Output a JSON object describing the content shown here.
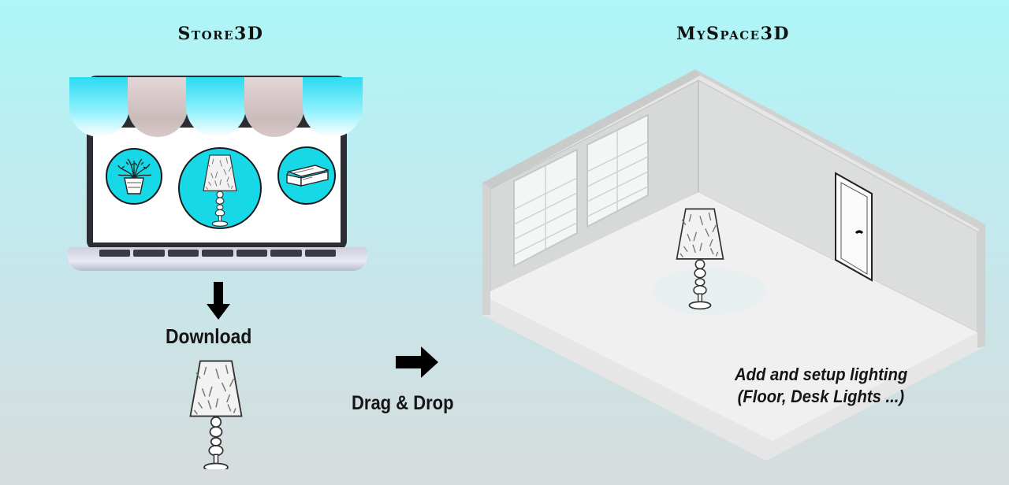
{
  "titles": {
    "store": "Store3D",
    "myspace": "MySpace3D"
  },
  "labels": {
    "download": "Download",
    "drag_drop": "Drag & Drop",
    "lighting_line1": "Add and setup lighting",
    "lighting_line2": "(Floor, Desk Lights ...)"
  },
  "colors": {
    "background_top": "#aef6f8",
    "background_bottom": "#d7dcdc",
    "store_circle": "#17d8e6",
    "awning_cyan": "#2bdbf3",
    "awning_pink": "#d8c8c8"
  },
  "icons": [
    "plant-icon",
    "lamp-icon",
    "sofa-icon",
    "down-arrow-icon",
    "right-arrow-icon"
  ]
}
